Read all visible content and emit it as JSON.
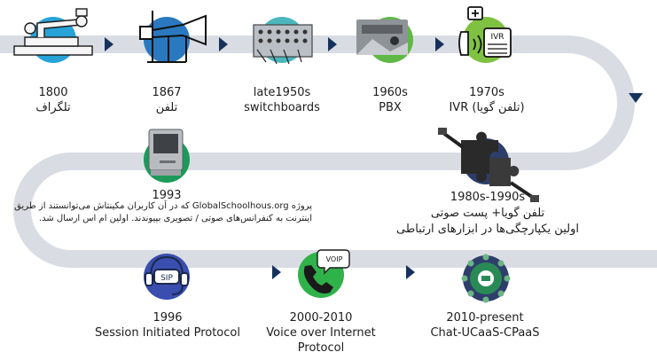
{
  "colors": {
    "track": "#d9dde3",
    "arrow": "#16325c",
    "node": [
      "#27a3d8",
      "#2a79c0",
      "#4bb7bd",
      "#5fb847",
      "#7fc241",
      "#1d9a5a",
      "#2e3e6b",
      "#3a4eb0",
      "#30b24a"
    ]
  },
  "milestones": [
    {
      "year": "1800",
      "label": "تلگراف",
      "icon": "telegraph-key-icon"
    },
    {
      "year": "1867",
      "label": "تلفن",
      "icon": "early-telephone-icon"
    },
    {
      "year": "late1950s",
      "label": "switchboards",
      "icon": "switchboard-icon"
    },
    {
      "year": "1960s",
      "label": "PBX",
      "icon": "pbx-photo-icon"
    },
    {
      "year": "1970s",
      "label": "IVR (تلفن گویا)",
      "icon": "ivr-phone-icon",
      "badge": "IVR"
    },
    {
      "year": "1980s-1990s",
      "label": "تلفن گویا+ پست صوتی",
      "label2": "اولین یکپارچگی‌ها در ابزارهای ارتباطی",
      "icon": "puzzle-cable-icon"
    },
    {
      "year": "1993",
      "label": "پروژه GlobalSchoolhous.org که در آن کاربران مکینتاش می‌توانستند از طریق",
      "label2": "اینترنت به کنفرانس‌های صوتی / تصویری بپیوندند. اولین ام اس ارسال شد.",
      "icon": "macintosh-computer-icon"
    },
    {
      "year": "1996",
      "label": "Session Initiated Protocol",
      "icon": "sip-headset-icon",
      "badge": "SIP"
    },
    {
      "year": "2000-2010",
      "label": "Voice over Internet",
      "label2": "Protocol",
      "icon": "voip-phone-icon",
      "badge": "VOIP"
    },
    {
      "year": "2010-present",
      "label": "Chat-UCaaS-CPaaS",
      "icon": "cog-network-icon"
    }
  ]
}
